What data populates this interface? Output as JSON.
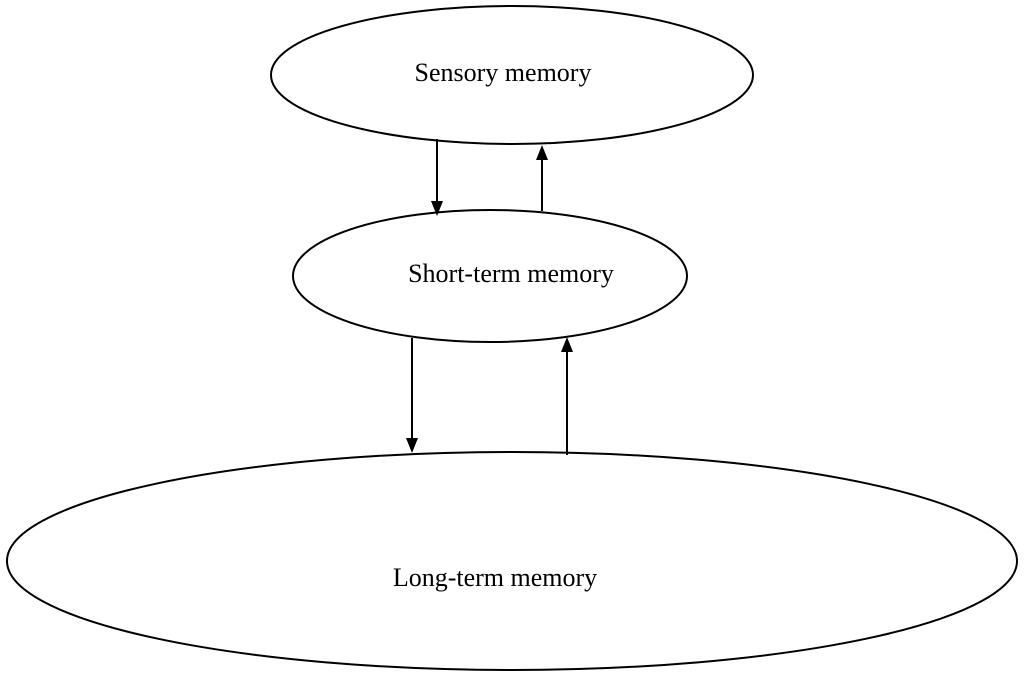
{
  "nodes": {
    "sensory": {
      "label": "Sensory memory"
    },
    "short_term": {
      "label": "Short-term memory"
    },
    "long_term": {
      "label": "Long-term memory"
    }
  },
  "edges": [
    {
      "from": "sensory",
      "to": "short_term"
    },
    {
      "from": "short_term",
      "to": "sensory"
    },
    {
      "from": "short_term",
      "to": "long_term"
    },
    {
      "from": "long_term",
      "to": "short_term"
    }
  ],
  "colors": {
    "stroke": "#000000",
    "background": "#ffffff"
  }
}
